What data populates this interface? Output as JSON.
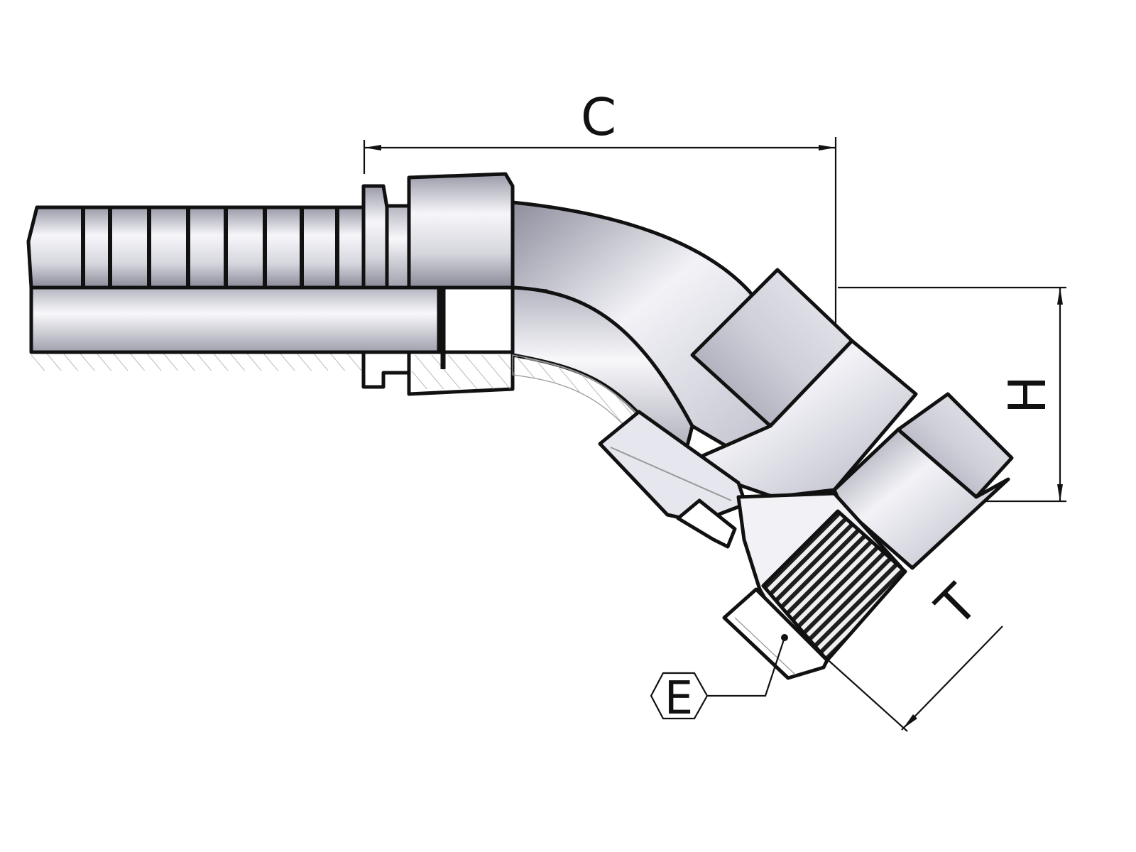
{
  "diagram": {
    "dimensions": {
      "C": "C",
      "H": "H",
      "T": "T",
      "E": "E"
    },
    "colors": {
      "line": "#111111",
      "metal_light": "#f4f4f8",
      "metal_mid": "#c8c8d2",
      "metal_dark": "#7c7c8c",
      "thread": "#222222"
    }
  }
}
